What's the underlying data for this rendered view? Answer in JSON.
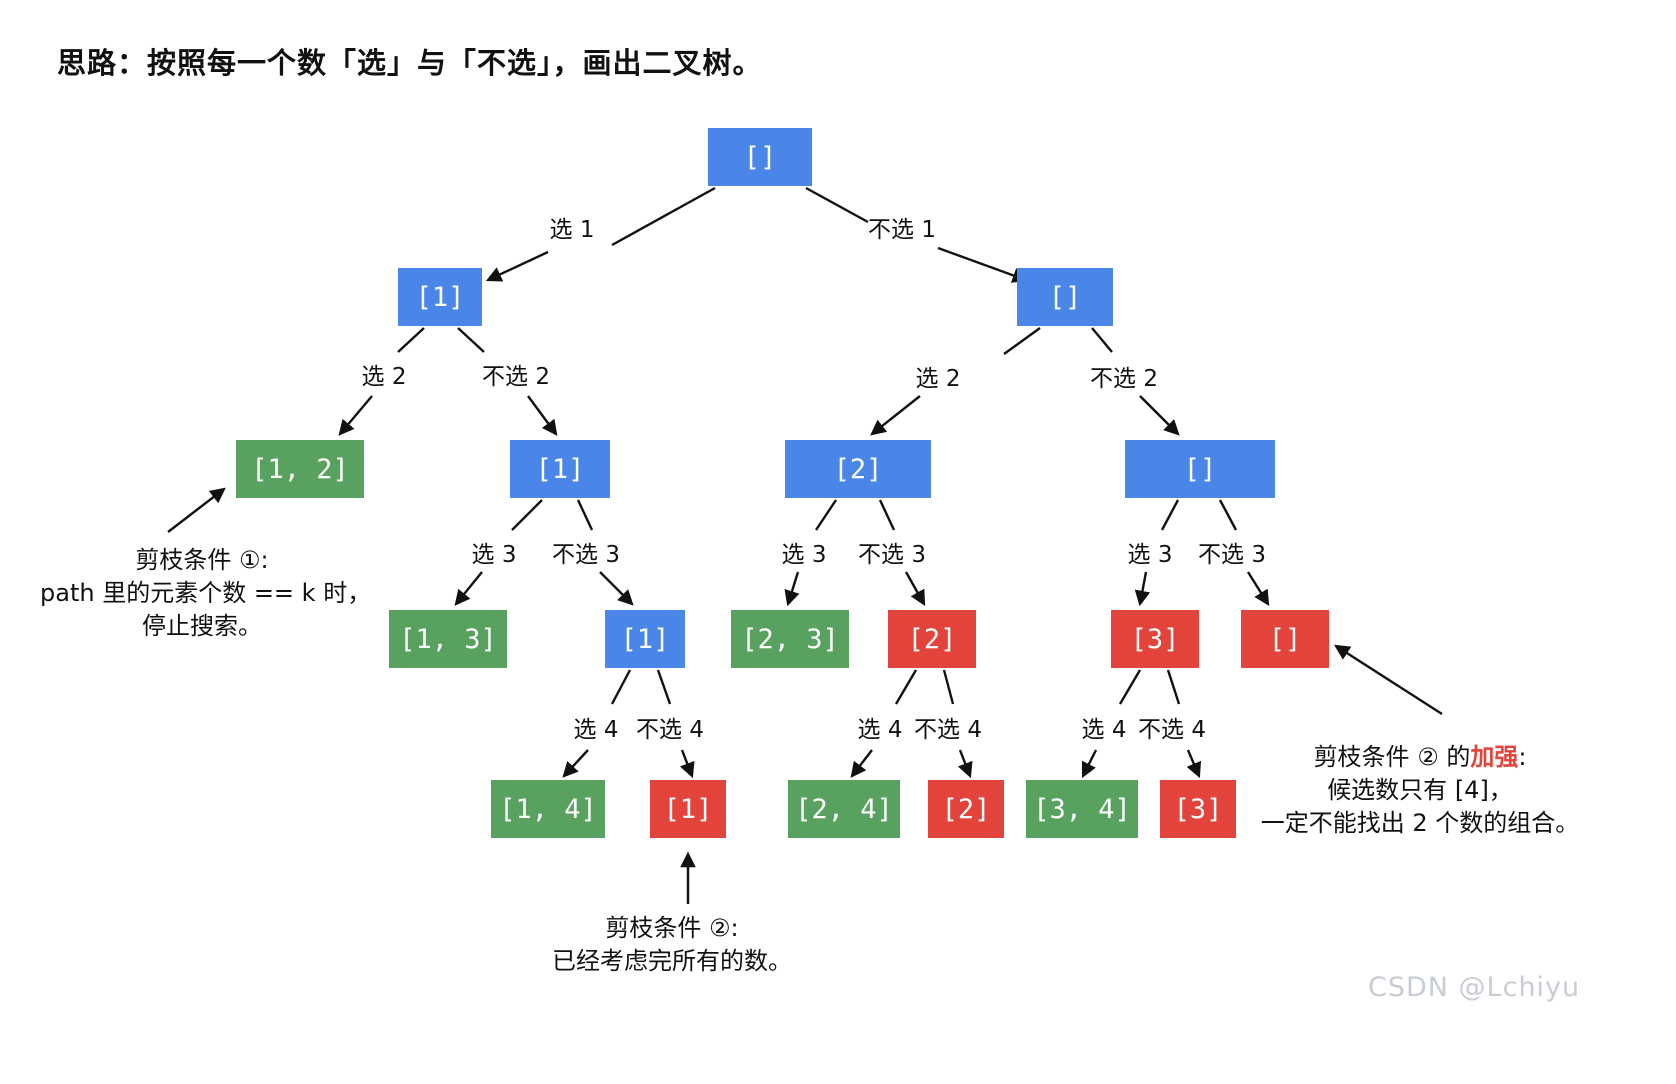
{
  "title": "思路：按照每一个数「选」与「不选」，画出二叉树。",
  "colors": {
    "node_blue": "#4a86e8",
    "node_green": "#58a15f",
    "node_red": "#e2433a",
    "highlight_red": "#e2433a"
  },
  "nodes": [
    {
      "label": "[]",
      "color": "node_blue"
    },
    {
      "label": "[1]",
      "color": "node_blue"
    },
    {
      "label": "[]",
      "color": "node_blue"
    },
    {
      "label": "[1, 2]",
      "color": "node_green"
    },
    {
      "label": "[1]",
      "color": "node_blue"
    },
    {
      "label": "[2]",
      "color": "node_blue"
    },
    {
      "label": "[]",
      "color": "node_blue"
    },
    {
      "label": "[1, 3]",
      "color": "node_green"
    },
    {
      "label": "[1]",
      "color": "node_blue"
    },
    {
      "label": "[2, 3]",
      "color": "node_green"
    },
    {
      "label": "[2]",
      "color": "node_red"
    },
    {
      "label": "[3]",
      "color": "node_red"
    },
    {
      "label": "[]",
      "color": "node_red"
    },
    {
      "label": "[1, 4]",
      "color": "node_green"
    },
    {
      "label": "[1]",
      "color": "node_red"
    },
    {
      "label": "[2, 4]",
      "color": "node_green"
    },
    {
      "label": "[2]",
      "color": "node_red"
    },
    {
      "label": "[3, 4]",
      "color": "node_green"
    },
    {
      "label": "[3]",
      "color": "node_red"
    }
  ],
  "edge_labels": [
    "选 1",
    "不选 1",
    "选 2",
    "不选 2",
    "选 2",
    "不选 2",
    "选 3",
    "不选 3",
    "选 3",
    "不选 3",
    "选 3",
    "不选 3",
    "选 4",
    "不选 4",
    "选 4",
    "不选 4",
    "选 4",
    "不选 4"
  ],
  "annotations": {
    "prune1": {
      "line1": "剪枝条件 ①:",
      "line2": "path 里的元素个数 == k 时，",
      "line3": "停止搜索。"
    },
    "prune2": {
      "line1": "剪枝条件 ②:",
      "line2": "已经考虑完所有的数。"
    },
    "prune2_strong": {
      "prefix": "剪枝条件 ② 的",
      "highlight": "加强",
      "suffix": ":",
      "line2": "候选数只有 [4]，",
      "line3": "一定不能找出 2 个数的组合。"
    }
  },
  "watermark": "CSDN @Lchiyu"
}
